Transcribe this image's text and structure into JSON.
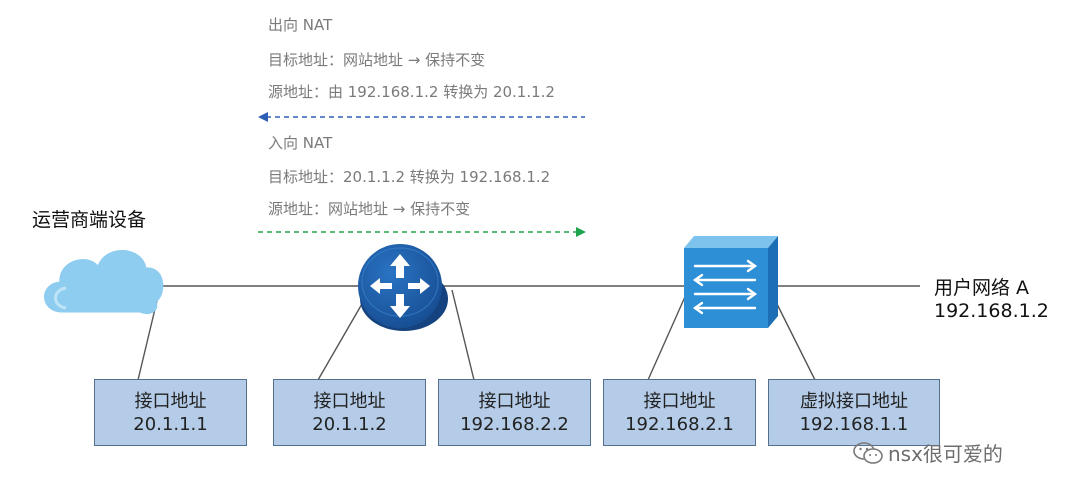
{
  "outbound": {
    "title": "出向 NAT",
    "dest": "目标地址：网站地址 → 保持不变",
    "src": "源地址：由 192.168.1.2 转换为 20.1.1.2",
    "arrow_color": "#2f5fb3"
  },
  "inbound": {
    "title": "入向 NAT",
    "dest": "目标地址：20.1.1.2 转换为 192.168.1.2",
    "src": "源地址：网站地址 → 保持不变",
    "arrow_color": "#1fa34a"
  },
  "isp_label": "运营商端设备",
  "user_network": {
    "name": "用户网络 A",
    "ip": "192.168.1.2"
  },
  "interfaces": [
    {
      "title": "接口地址",
      "ip": "20.1.1.1"
    },
    {
      "title": "接口地址",
      "ip": "20.1.1.2"
    },
    {
      "title": "接口地址",
      "ip": "192.168.2.2"
    },
    {
      "title": "接口地址",
      "ip": "192.168.2.1"
    },
    {
      "title": "虚拟接口地址",
      "ip": "192.168.1.1"
    }
  ],
  "watermark": "nsx很可爱的",
  "colors": {
    "router": "#1f5ca8",
    "switch_front": "#2d8fd6",
    "cloud": "#8ecdf0",
    "box_fill": "#b4cce8"
  }
}
